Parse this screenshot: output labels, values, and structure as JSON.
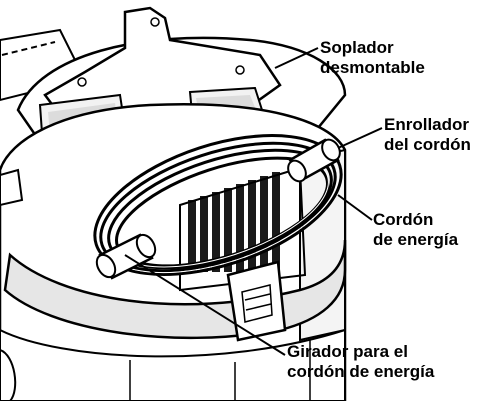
{
  "callouts": {
    "blower": {
      "line1": "Soplador",
      "line2": "desmontable"
    },
    "cord_reel": {
      "line1": "Enrollador",
      "line2": "del cordón"
    },
    "power_cord": {
      "line1": "Cordón",
      "line2": "de energía"
    },
    "cord_swivel": {
      "line1": "Girador para el",
      "line2": "cordón de energía"
    }
  },
  "colors": {
    "ink": "#000000",
    "paper": "#ffffff",
    "shade": "#e6e6e6",
    "dark": "#1a1a1a"
  }
}
